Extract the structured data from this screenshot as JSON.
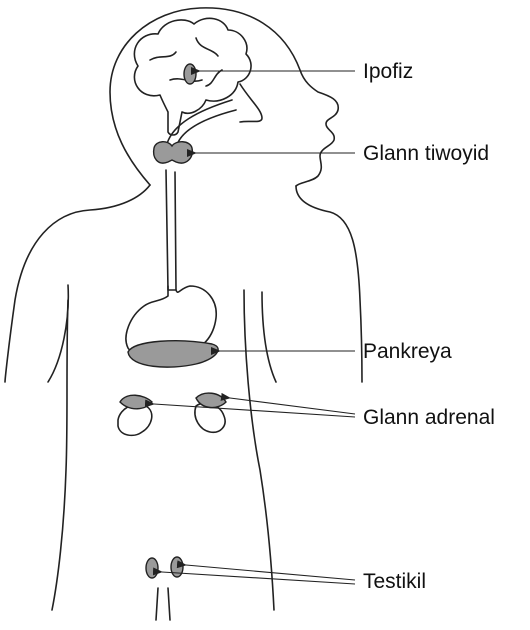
{
  "labels": {
    "pituitary": "Ipofiz",
    "thyroid": "Glann tiwoyid",
    "pancreas": "Pankreya",
    "adrenal": "Glann adrenal",
    "testes": "Testikil"
  },
  "colors": {
    "outline": "#222222",
    "gland_fill": "#9a9a9a",
    "background": "#ffffff"
  }
}
